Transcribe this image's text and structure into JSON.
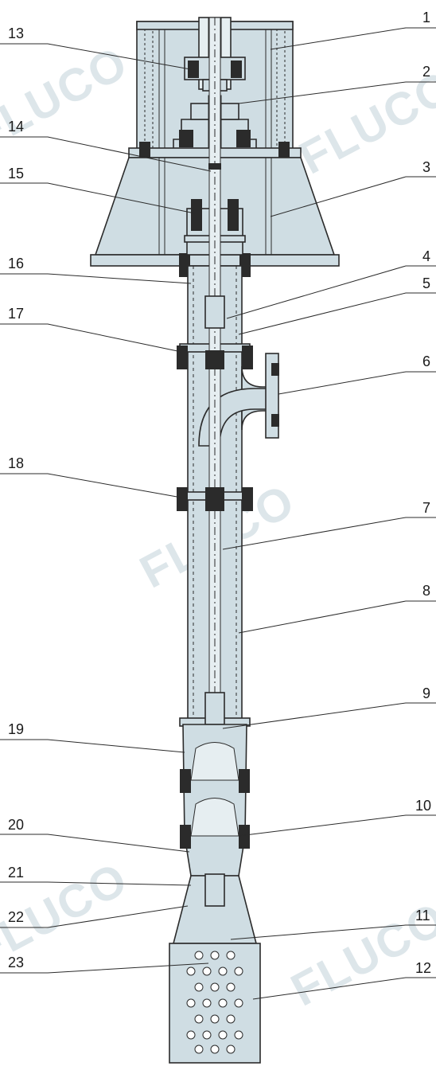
{
  "watermark_text": "FLUCO",
  "callouts": [
    "1",
    "2",
    "3",
    "4",
    "5",
    "6",
    "7",
    "8",
    "9",
    "10",
    "11",
    "12",
    "13",
    "14",
    "15",
    "16",
    "17",
    "18",
    "19",
    "20",
    "21",
    "22",
    "23"
  ],
  "colors": {
    "fill": "#cfdde3",
    "line": "#2b2b2b",
    "watermark": "#dde6ea"
  }
}
